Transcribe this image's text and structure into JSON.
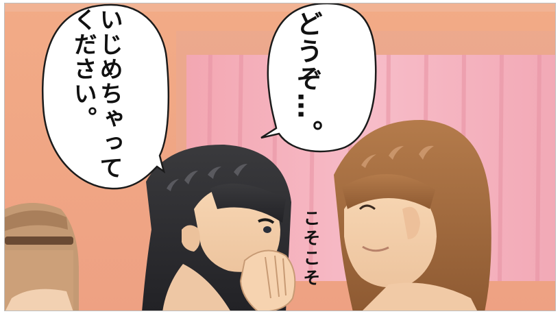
{
  "panel": {
    "speech_left": {
      "text": "いじめちゃって\nください。"
    },
    "speech_right": {
      "text": "どうぞ…。"
    },
    "sound_effect": {
      "text": "こそこそ"
    }
  }
}
